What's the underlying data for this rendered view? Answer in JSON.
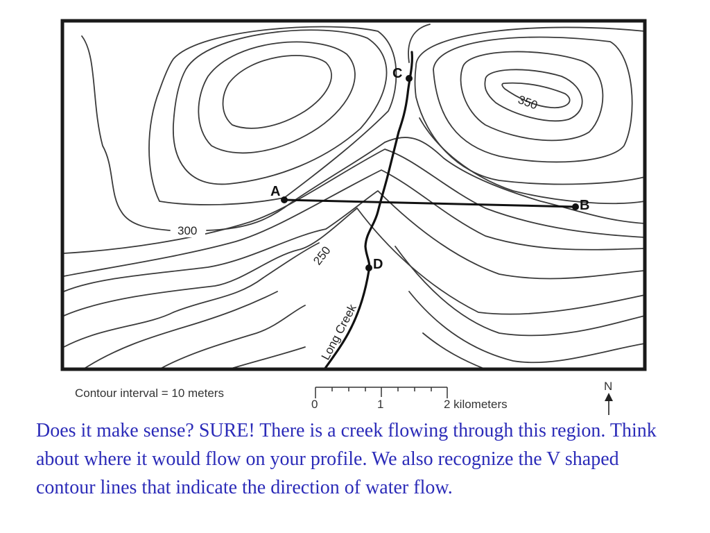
{
  "map": {
    "points": {
      "a": "A",
      "b": "B",
      "c": "C",
      "d": "D"
    },
    "contour_labels": {
      "c300": "300",
      "c250": "250",
      "c350": "350"
    },
    "stream_name": "Long Creek"
  },
  "legend": {
    "contour_interval": "Contour interval = 10 meters",
    "scale_ticks": [
      "0",
      "1",
      "2 kilometers"
    ],
    "north_label": "N"
  },
  "caption": {
    "text": "Does it make sense? SURE! There is a creek flowing through this region. Think about where it would flow on your profile. We also recognize the V shaped contour lines that indicate the direction of water flow."
  },
  "colors": {
    "contour": "#3a3a3a",
    "frame": "#1a1a1a",
    "caption": "#2b2bb8"
  }
}
